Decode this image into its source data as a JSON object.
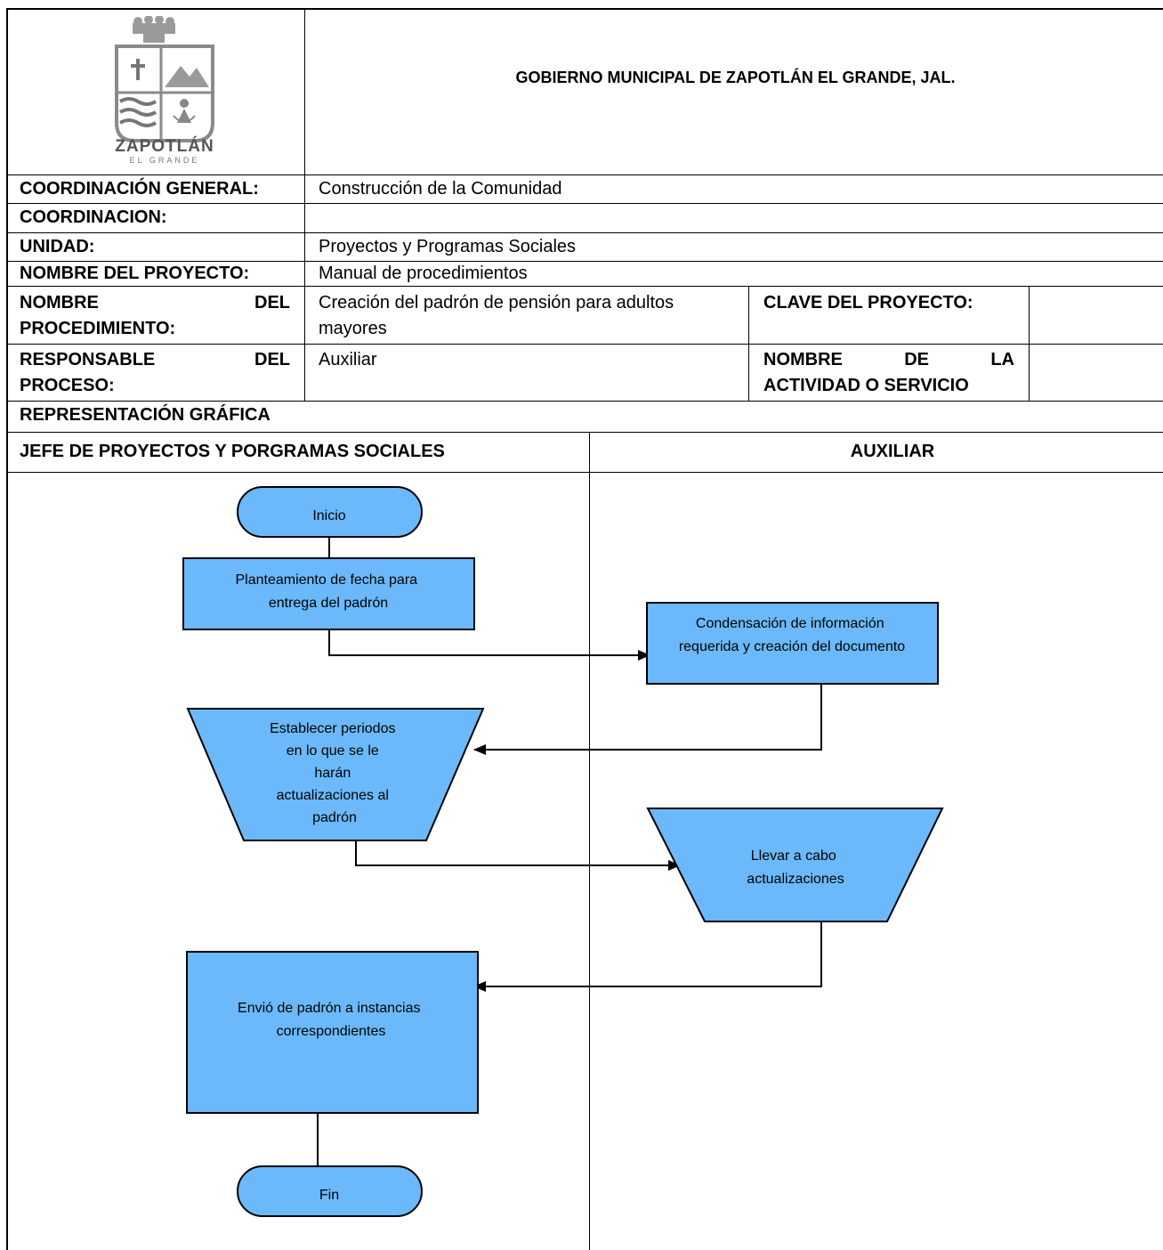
{
  "header": {
    "government": "GOBIERNO MUNICIPAL DE ZAPOTLÁN EL GRANDE, JAL.",
    "logo": {
      "text_main": "ZAPOTLÁN",
      "text_sub": "EL GRANDE"
    }
  },
  "fields": {
    "coordinacion_general_label": "COORDINACIÓN GENERAL:",
    "coordinacion_general_value": "Construcción de la Comunidad",
    "coordinacion_label": "COORDINACION:",
    "coordinacion_value": "",
    "unidad_label": "UNIDAD:",
    "unidad_value": "Proyectos y Programas Sociales",
    "nombre_proyecto_label": "NOMBRE DEL PROYECTO:",
    "nombre_proyecto_value": "Manual de procedimientos",
    "nombre_procedimiento_label": {
      "w1": "NOMBRE",
      "w2": "DEL",
      "line2": "PROCEDIMIENTO:"
    },
    "nombre_procedimiento_value": {
      "line1": "Creación del padrón de pensión para adultos",
      "line2": "mayores"
    },
    "clave_proyecto_label": "CLAVE DEL PROYECTO:",
    "clave_proyecto_value": "",
    "responsable_label": {
      "w1": "RESPONSABLE",
      "w2": "DEL",
      "line2": "PROCESO:"
    },
    "responsable_value": "Auxiliar",
    "nombre_actividad_label": {
      "w1": "NOMBRE",
      "w2": "DE",
      "w3": "LA",
      "line2": "ACTIVIDAD O SERVICIO"
    },
    "nombre_actividad_value": ""
  },
  "representacion": "REPRESENTACIÓN GRÁFICA",
  "lanes": {
    "left": "JEFE  DE PROYECTOS Y PORGRAMAS SOCIALES",
    "right": "AUXILIAR"
  },
  "flow": {
    "inicio": "Inicio",
    "planteamiento": [
      "Planteamiento de fecha para",
      "entrega del padrón"
    ],
    "condensacion": [
      "Condensación de información",
      "requerida y creación del documento"
    ],
    "establecer": [
      "Establecer periodos",
      "en lo que se le",
      "harán",
      "actualizaciones al",
      "padrón"
    ],
    "llevar": [
      "Llevar a cabo",
      "actualizaciones"
    ],
    "envio": [
      "Envió de padrón a instancias",
      "correspondientes"
    ],
    "fin": "Fin"
  },
  "colors": {
    "shape_fill": "#6bb9fb",
    "line": "#000000"
  }
}
